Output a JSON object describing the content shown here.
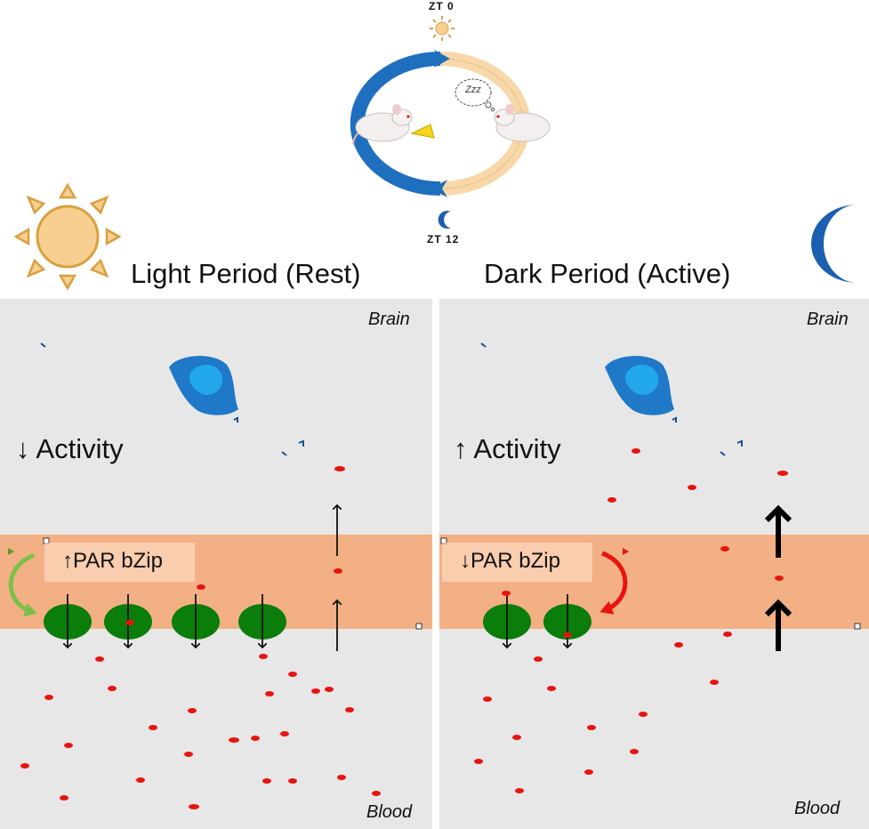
{
  "cycle": {
    "zt_top": "ZT 0",
    "zt_bottom": "ZT 12",
    "sleep_text": "Zzz"
  },
  "panels": {
    "light": {
      "title": "Light Period (Rest)",
      "activity": "↓ Activity",
      "par": "↑PAR  bZip",
      "brain_label": "Brain",
      "blood_label": "Blood"
    },
    "dark": {
      "title": "Dark Period (Active)",
      "activity": "↑ Activity",
      "par": "↓PAR  bZip",
      "brain_label": "Brain",
      "blood_label": "Blood"
    }
  },
  "colors": {
    "brain_bg": "#e7e7e7",
    "barrier": "#f3b084",
    "cell": "#0a7d0a",
    "rbc": "#e8130f",
    "neuron": "#1f78c8",
    "cycle_blue": "#1f6fbf",
    "cycle_peach": "#f8d8a8",
    "sun": "#f8cf90",
    "moon": "#1c5fb0"
  }
}
